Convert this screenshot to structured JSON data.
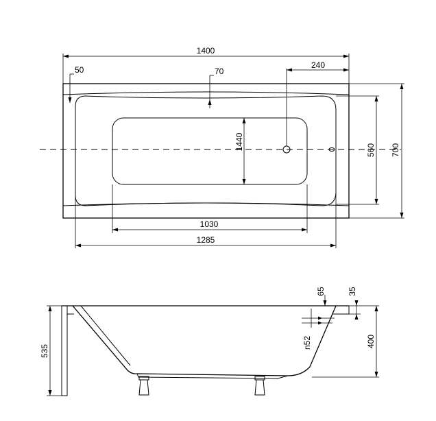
{
  "top_view": {
    "dims": {
      "length_overall": "1400",
      "width_overall": "700",
      "inner_width": "560",
      "bottom_length": "1030",
      "inner_length": "1285",
      "bottom_width": "1440",
      "drain_offset": "240",
      "rim_left": "50",
      "rim_top": "70"
    }
  },
  "side_view": {
    "dims": {
      "total_height": "535",
      "depth": "400",
      "rim_65": "65",
      "rim_35": "35",
      "overflow": "n52"
    }
  }
}
